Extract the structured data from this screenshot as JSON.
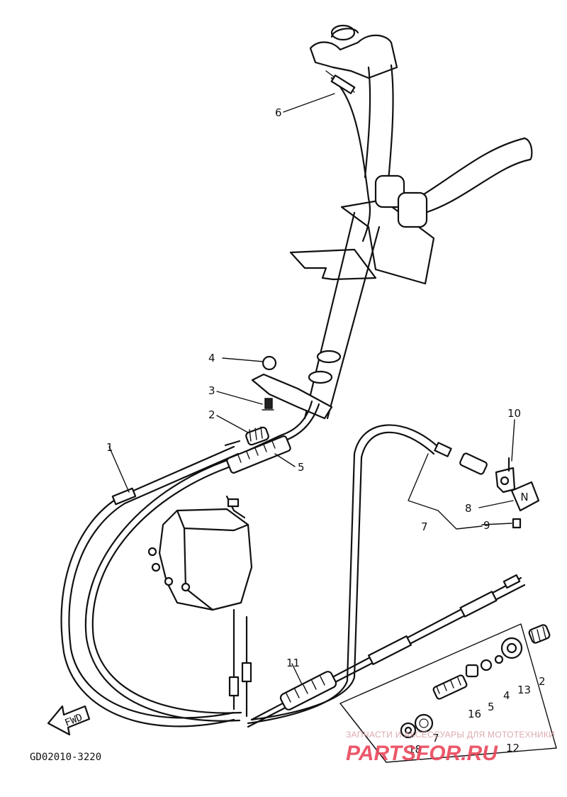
{
  "diagram": {
    "code": "GD02010-3220",
    "direction_label": "FWD",
    "neutral_symbol": "N",
    "callouts": {
      "c1": "1",
      "c2a": "2",
      "c2b": "2",
      "c3": "3",
      "c4a": "4",
      "c4b": "4",
      "c5a": "5",
      "c5b": "5",
      "c6": "6",
      "c7a": "7",
      "c7b": "7",
      "c8": "8",
      "c9": "9",
      "c10": "10",
      "c11": "11",
      "c12": "12",
      "c13": "13",
      "c16": "16",
      "c18": "18"
    }
  },
  "watermark": {
    "line1": "ЗАПЧАСТИ И АКСЕССУАРЫ ДЛЯ МОТОТЕХНИКИ",
    "line2": "PARTSFOR.RU"
  }
}
